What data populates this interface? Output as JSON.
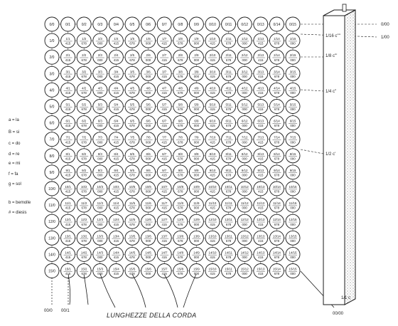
{
  "legend": {
    "notes": [
      "a = la",
      "B = si",
      "c = do",
      "d = re",
      "e = mi",
      "f = fa",
      "g = sol"
    ],
    "accidentals": [
      "b = bemolle",
      "# = diesis"
    ]
  },
  "right_labels": [
    "0/00",
    "1/00",
    "1/16 c''''",
    "1/8 c'''",
    "1/4 c''",
    "1/2 c'",
    "1/1 c"
  ],
  "bottom_labels": [
    "00/0",
    "00/1",
    "00/00"
  ],
  "caption": "LUNGHEZZE DELLA CORDA",
  "grid": {
    "rows": 16,
    "cols": 16,
    "top_row": [
      "0/0",
      "0/1",
      "0/2",
      "0/3",
      "0/4",
      "0/5",
      "0/6",
      "0/7",
      "0/8",
      "0/9",
      "0/10",
      "0/11",
      "0/12",
      "0/13",
      "0/14",
      "0/15"
    ],
    "left_col": [
      "0/0",
      "1/0",
      "2/0",
      "3/0",
      "4/0",
      "5/0",
      "6/0",
      "7/0",
      "8/0",
      "9/0",
      "10/0",
      "11/0",
      "12/0",
      "13/0",
      "14/0",
      "15/0"
    ],
    "body_cell_bottoms": [
      "000",
      "415",
      "678",
      "000",
      "415",
      "678",
      "000",
      "415",
      "678",
      "000",
      "415",
      "678",
      "000",
      "415",
      "678",
      "000"
    ]
  },
  "colors": {
    "ink": "#1a1a1a",
    "paper": "#ffffff",
    "shade": "#bdbdbd"
  }
}
